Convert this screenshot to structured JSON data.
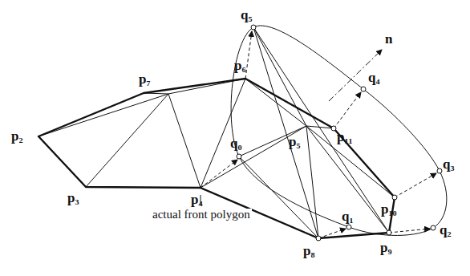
{
  "diagram": {
    "labels": [
      "q₅",
      "n",
      "p₇",
      "p₆",
      "q₄",
      "p₂",
      "q₀",
      "p₅",
      "p₁₁",
      "p₃",
      "p₄",
      "p₁₀",
      "q₃",
      "q₁",
      "actual front polygon",
      "p₈",
      "p₉",
      "q₂"
    ]
  }
}
